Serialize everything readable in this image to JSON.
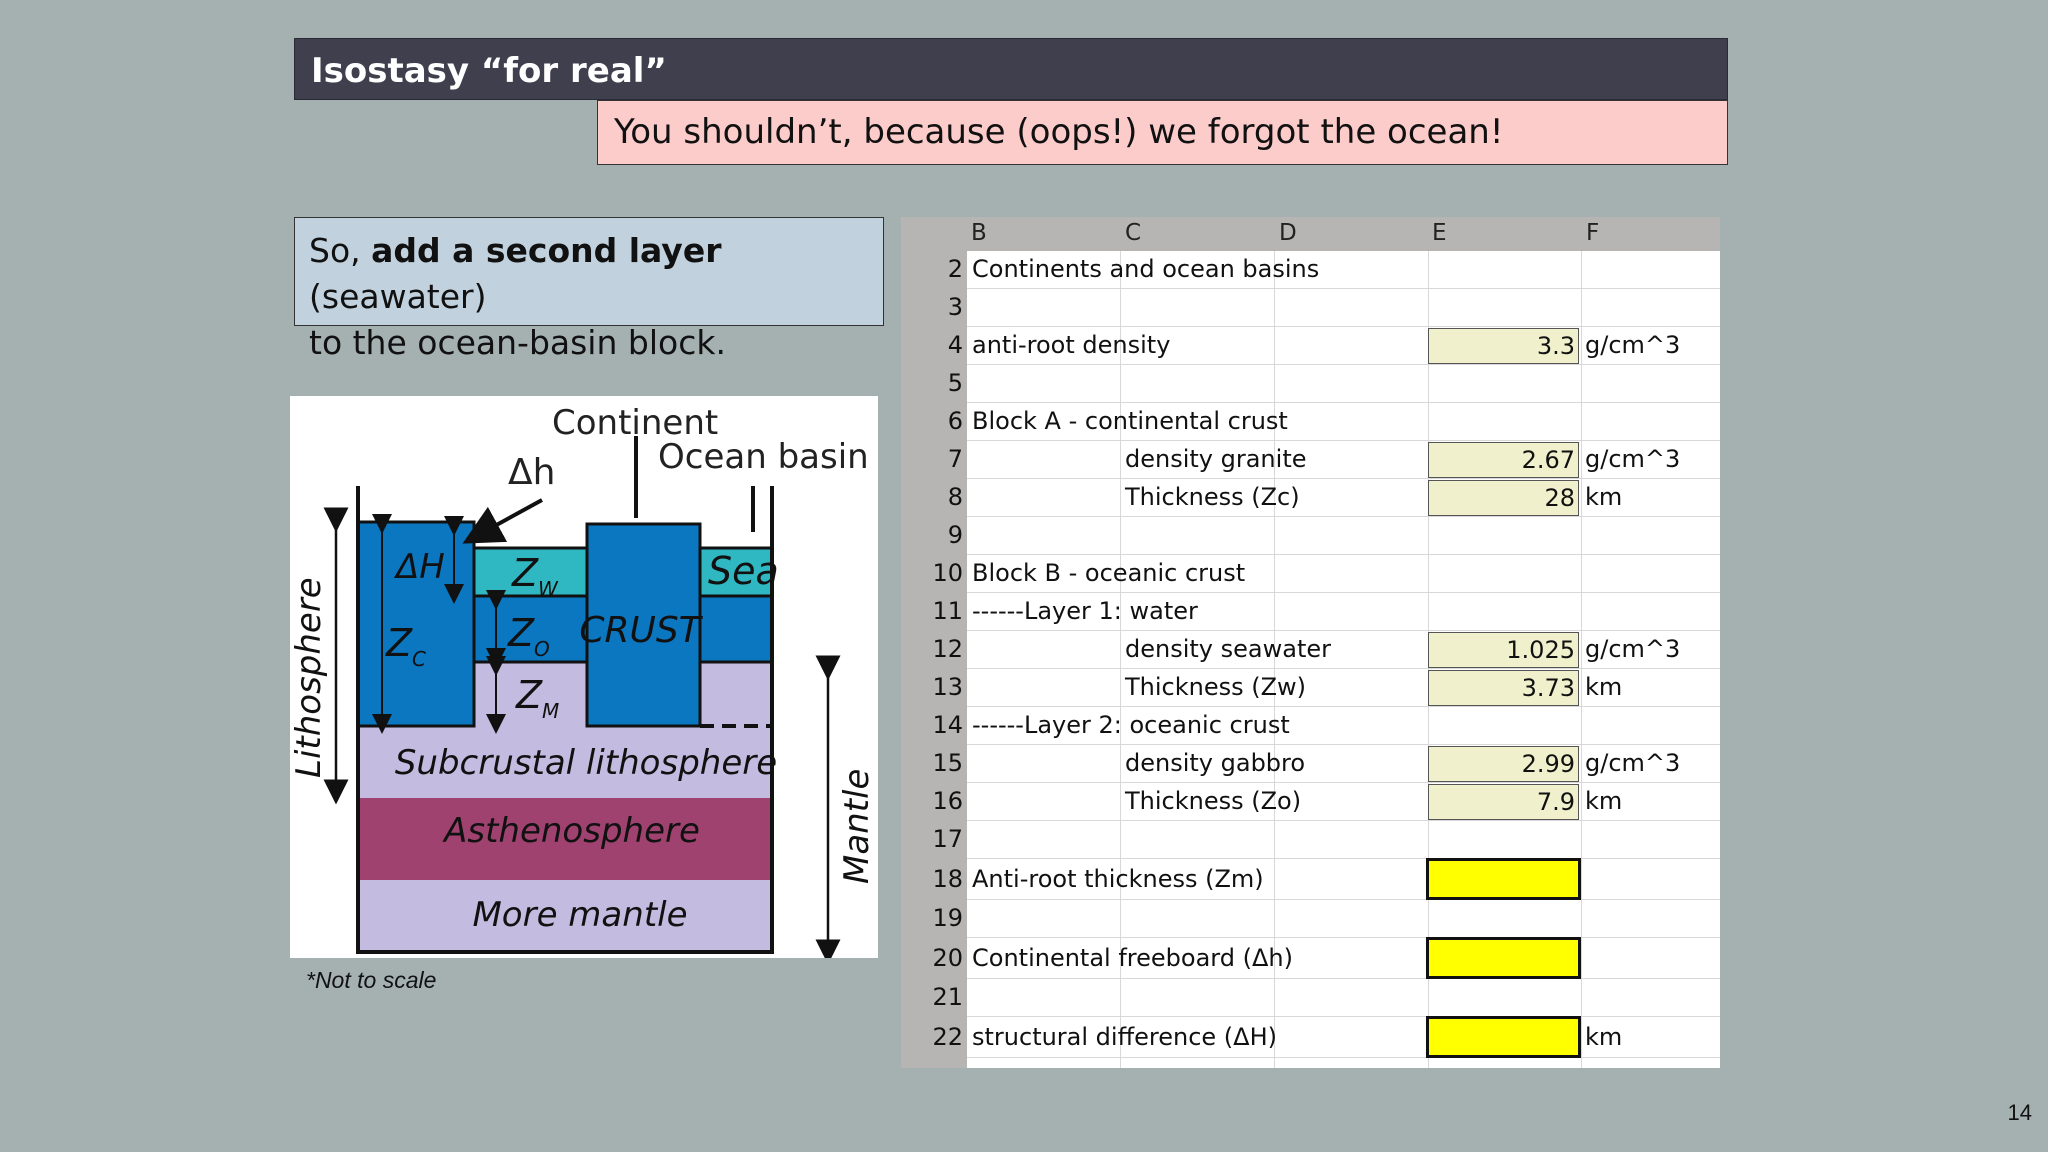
{
  "slide": {
    "title": "Isostasy “for real”",
    "subtitle": "You shouldn’t, because (oops!) we forgot the ocean!",
    "note": {
      "pre": "So, ",
      "bold": "add a second layer",
      "post": " (seawater)",
      "line2": "to the ocean-basin block."
    },
    "caption": "*Not to scale",
    "page_number": "14"
  },
  "diagram": {
    "continent": "Continent",
    "ocean_basin": "Ocean basin",
    "delta_h": "Δh",
    "delta_H": "ΔH",
    "zw": "Z",
    "zw_sub": "W",
    "zo": "Z",
    "zo_sub": "O",
    "zm": "Z",
    "zm_sub": "M",
    "zc": "Z",
    "zc_sub": "C",
    "sea": "Sea",
    "crust": "CRUST",
    "lithosphere": "Lithosphere",
    "subcrustal": "Subcrustal lithosphere",
    "asthenosphere": "Asthenosphere",
    "more_mantle": "More mantle",
    "mantle": "Mantle",
    "colors": {
      "crust": "#0b77c0",
      "sea": "#2fb8c2",
      "lith": "#c4bbe0",
      "asth": "#a0426f"
    }
  },
  "sheet": {
    "columns": [
      "B",
      "C",
      "D",
      "E",
      "F"
    ],
    "rows": [
      {
        "n": "2",
        "b": "Continents and ocean basins"
      },
      {
        "n": "3"
      },
      {
        "n": "4",
        "b": "anti-root density",
        "e": "3.3",
        "f": "g/cm^3"
      },
      {
        "n": "5"
      },
      {
        "n": "6",
        "b": "Block A - continental crust"
      },
      {
        "n": "7",
        "c": "density granite",
        "e": "2.67",
        "f": "g/cm^3"
      },
      {
        "n": "8",
        "c": "Thickness (Zc)",
        "e": "28",
        "f": "km"
      },
      {
        "n": "9"
      },
      {
        "n": "10",
        "b": "Block B - oceanic crust"
      },
      {
        "n": "11",
        "b": "------Layer 1: water"
      },
      {
        "n": "12",
        "c": "density seawater",
        "e": "1.025",
        "f": "g/cm^3"
      },
      {
        "n": "13",
        "c": "Thickness (Zw)",
        "e": "3.73",
        "f": "km"
      },
      {
        "n": "14",
        "b": "------Layer 2: oceanic crust"
      },
      {
        "n": "15",
        "c": "density gabbro",
        "e": "2.99",
        "f": "g/cm^3"
      },
      {
        "n": "16",
        "c": "Thickness (Zo)",
        "e": "7.9",
        "f": "km"
      },
      {
        "n": "17"
      },
      {
        "n": "18",
        "b": "Anti-root thickness (Zm)",
        "out": true
      },
      {
        "n": "19"
      },
      {
        "n": "20",
        "b": "Continental freeboard (Δh)",
        "out": true
      },
      {
        "n": "21"
      },
      {
        "n": "22",
        "b": "structural difference (ΔH)",
        "out": true,
        "f": "km"
      }
    ]
  }
}
